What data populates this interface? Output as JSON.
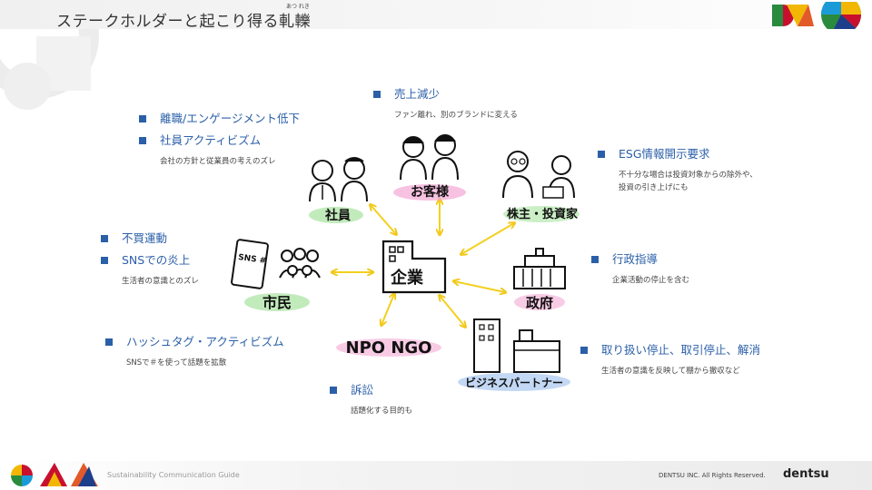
{
  "header": {
    "title": "ステークホルダーと起こり得る軋轢",
    "ruby": "あつ れき"
  },
  "center": {
    "label": "企業"
  },
  "stakeholders": [
    {
      "label": "社員"
    },
    {
      "label": "お客様"
    },
    {
      "label": "株主・投資家"
    },
    {
      "label": "市民"
    },
    {
      "label": "政府"
    },
    {
      "label": "NPO NGO"
    },
    {
      "label": "ビジネスパートナー"
    }
  ],
  "phone_label": "SNS #",
  "items": {
    "employee_1": {
      "title": "離職/エンゲージメント低下"
    },
    "employee_2": {
      "title": "社員アクティビズム",
      "desc": "会社の方針と従業員の考えのズレ"
    },
    "customer": {
      "title": "売上減少",
      "desc": "ファン離れ、別のブランドに変える"
    },
    "investor": {
      "title": "ESG情報開示要求",
      "desc": "不十分な場合は投資対象からの除外や、",
      "desc2": "投資の引き上げにも"
    },
    "citizen_1": {
      "title": "不買運動"
    },
    "citizen_2": {
      "title": "SNSでの炎上",
      "desc": "生活者の意識とのズレ"
    },
    "government": {
      "title": "行政指導",
      "desc": "企業活動の停止を含む"
    },
    "hashtag": {
      "title": "ハッシュタグ・アクティビズム",
      "desc": "SNSで＃を使って話題を拡散"
    },
    "partner": {
      "title": "取り扱い停止、取引停止、解消",
      "desc": "生活者の意識を反映して棚から撤収など"
    },
    "lawsuit": {
      "title": "訴訟",
      "desc": "話題化する目的も"
    }
  },
  "footer": {
    "guide": "Sustainability Communication Guide",
    "rights": "DENTSU INC. All Rights Reserved.",
    "brand": "dentsu"
  },
  "colors": {
    "accent_blue": "#2b5fa8",
    "arrow_yellow": "#f2d01e",
    "pink_highlight": "#f3a8d4",
    "green_highlight": "#a8e3a0",
    "blue_highlight": "#a8c8f0"
  }
}
